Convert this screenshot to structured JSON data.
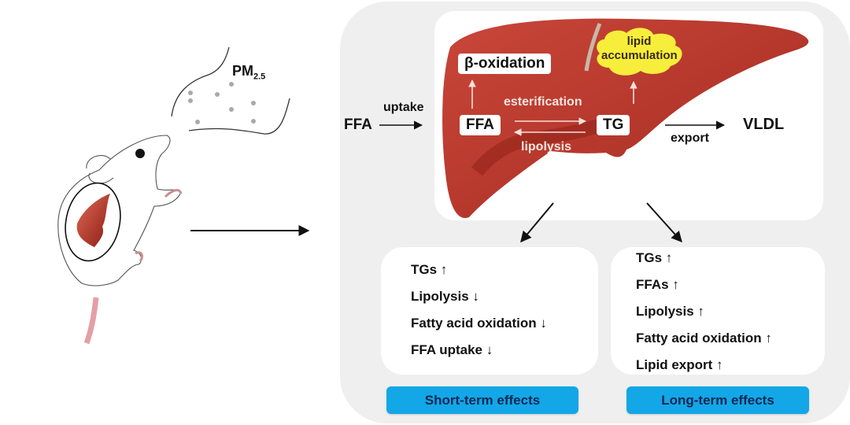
{
  "exposure": {
    "label_main": "PM",
    "label_sub": "2.5"
  },
  "liver_diagram": {
    "inflow_ffa": "FFA",
    "uptake": "uptake",
    "beta_oxidation": "β-oxidation",
    "lipid_accumulation_line1": "lipid",
    "lipid_accumulation_line2": "accumulation",
    "esterification": "esterification",
    "lipolysis": "lipolysis",
    "ffa": "FFA",
    "tg": "TG",
    "export": "export",
    "vldl": "VLDL"
  },
  "short_term": {
    "items": [
      {
        "text": "TGs",
        "arrow": "↑"
      },
      {
        "text": "Lipolysis",
        "arrow": "↓"
      },
      {
        "text": "Fatty acid oxidation",
        "arrow": "↓"
      },
      {
        "text": "FFA uptake",
        "arrow": "↓"
      }
    ],
    "label": "Short-term effects"
  },
  "long_term": {
    "items": [
      {
        "text": "TGs",
        "arrow": "↑"
      },
      {
        "text": "FFAs",
        "arrow": "↑"
      },
      {
        "text": "Lipolysis",
        "arrow": "↑"
      },
      {
        "text": "Fatty acid oxidation",
        "arrow": "↑"
      },
      {
        "text": "Lipid export",
        "arrow": "↑"
      }
    ],
    "label": "Long-term effects"
  },
  "colors": {
    "panel": "#efefef",
    "liver": "#b8392b",
    "liver_dark": "#8e1f17",
    "lipid_cloud": "#f7ee3c",
    "effect_button": "#13a7e8",
    "effect_button_text": "#0d2850"
  }
}
